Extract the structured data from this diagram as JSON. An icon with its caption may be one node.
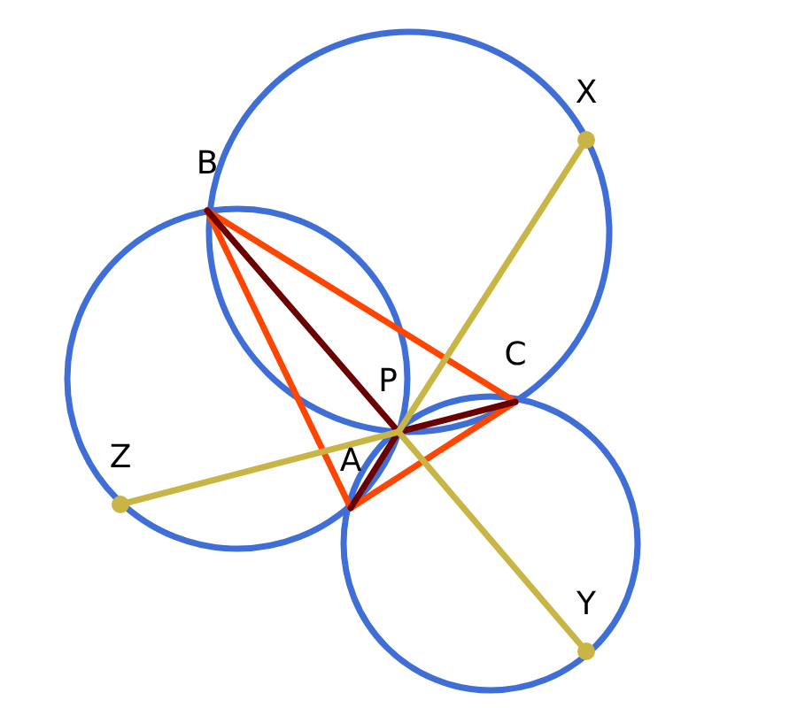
{
  "diagram": {
    "nodes": [
      {
        "text": [
          "B"
        ]
      },
      {
        "text": [
          "X"
        ]
      },
      {
        "text": [
          "C"
        ]
      },
      {
        "text": [
          "P"
        ]
      },
      {
        "text": [
          "Z"
        ]
      },
      {
        "text": [
          "A"
        ]
      },
      {
        "text": [
          "Y"
        ]
      }
    ],
    "edges": [
      {
        "from": 0,
        "to": 2,
        "arrow": "none",
        "color": "#ff4500"
      },
      {
        "from": 0,
        "to": 5,
        "arrow": "none",
        "color": "#ff4500"
      },
      {
        "from": 2,
        "to": 5,
        "arrow": "none",
        "color": "#ff4500"
      },
      {
        "from": 0,
        "to": 3,
        "arrow": "none",
        "color": "#6b0000"
      },
      {
        "from": 3,
        "to": 2,
        "arrow": "none",
        "color": "#6b0000"
      },
      {
        "from": 3,
        "to": 5,
        "arrow": "none",
        "color": "#6b0000"
      },
      {
        "from": 3,
        "to": 1,
        "arrow": "none",
        "color": "#c8b545"
      },
      {
        "from": 3,
        "to": 4,
        "arrow": "none",
        "color": "#c8b545"
      },
      {
        "from": 3,
        "to": 6,
        "arrow": "none",
        "color": "#c8b545"
      }
    ]
  }
}
